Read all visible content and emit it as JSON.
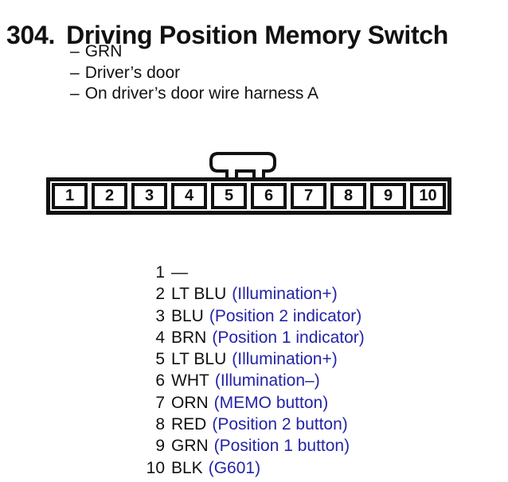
{
  "page": {
    "background": "#ffffff",
    "text_color": "#111111",
    "accent_blue": "#2424a8"
  },
  "header": {
    "number": "304.",
    "title": "Driving Position Memory Switch"
  },
  "notes": {
    "bullet": "–",
    "items": [
      "GRN",
      "Driver’s door",
      "On driver’s door wire harness A"
    ]
  },
  "connector": {
    "pins": [
      "1",
      "2",
      "3",
      "4",
      "5",
      "6",
      "7",
      "8",
      "9",
      "10"
    ]
  },
  "pinout": {
    "rows": [
      {
        "pin": "1",
        "code": "—",
        "fn": ""
      },
      {
        "pin": "2",
        "code": "LT BLU",
        "fn": "(Illumination+)"
      },
      {
        "pin": "3",
        "code": "BLU",
        "fn": "(Position 2 indicator)"
      },
      {
        "pin": "4",
        "code": "BRN",
        "fn": "(Position 1 indicator)"
      },
      {
        "pin": "5",
        "code": "LT BLU",
        "fn": "(Illumination+)"
      },
      {
        "pin": "6",
        "code": "WHT",
        "fn": "(Illumination–)"
      },
      {
        "pin": "7",
        "code": "ORN",
        "fn": "(MEMO button)"
      },
      {
        "pin": "8",
        "code": "RED",
        "fn": "(Position 2 button)"
      },
      {
        "pin": "9",
        "code": "GRN",
        "fn": "(Position 1 button)"
      },
      {
        "pin": "10",
        "code": "BLK",
        "fn": "(G601)"
      }
    ]
  }
}
